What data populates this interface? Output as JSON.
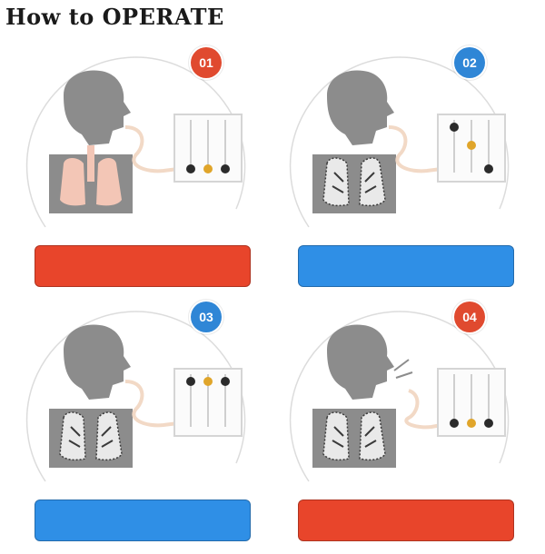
{
  "title": "How to OPERATE",
  "colors": {
    "red": "#e8452b",
    "blue": "#2f8fe6",
    "lung_pink": "#f3c6b6",
    "silhouette": "#8c8c8c"
  },
  "steps": [
    {
      "number": "01",
      "badge_color": "red",
      "caption_color": "red",
      "lungs": "pink",
      "caption": ""
    },
    {
      "number": "02",
      "badge_color": "blue",
      "caption_color": "blue",
      "lungs": "dotted",
      "caption": ""
    },
    {
      "number": "03",
      "badge_color": "blue",
      "caption_color": "blue",
      "lungs": "dotted",
      "caption": ""
    },
    {
      "number": "04",
      "badge_color": "red",
      "caption_color": "red",
      "lungs": "dotted",
      "caption": ""
    }
  ]
}
